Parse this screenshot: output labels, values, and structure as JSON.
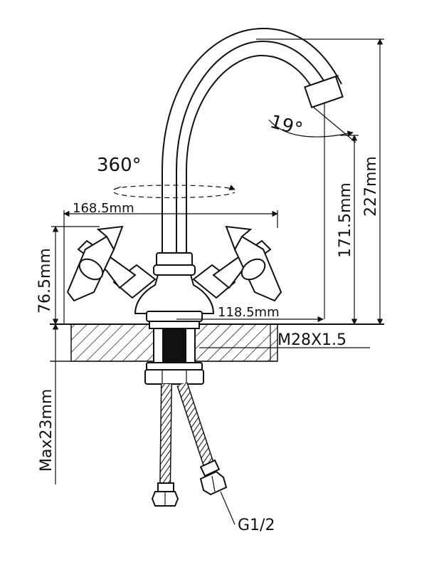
{
  "labels": {
    "rotation": "360°",
    "spout_angle": "19°",
    "width_handles": "168.5mm",
    "spout_reach": "118.5mm",
    "handle_height": "76.5mm",
    "spout_height": "171.5mm",
    "total_height": "227mm",
    "thread": "M28X1.5",
    "max_thickness": "Max23mm",
    "connection": "G1/2"
  },
  "colors": {
    "line": "#111111",
    "fill": "#ffffff",
    "core": "#111111"
  }
}
